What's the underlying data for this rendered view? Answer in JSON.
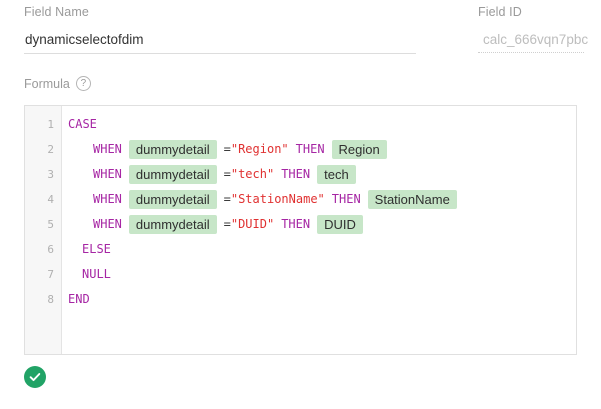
{
  "form": {
    "field_name_label": "Field Name",
    "field_name_value": "dynamicselectofdim",
    "field_name_placeholder": "Field Name",
    "field_id_label": "Field ID",
    "field_id_value": "calc_666vqn7pbc",
    "formula_label": "Formula",
    "help_icon_glyph": "?"
  },
  "editor": {
    "line_numbers": [
      "1",
      "2",
      "3",
      "4",
      "5",
      "6",
      "7",
      "8"
    ],
    "lines": [
      {
        "n": "1",
        "tokens": [
          {
            "t": "kw",
            "v": "CASE"
          }
        ]
      },
      {
        "n": "2",
        "tokens": [
          {
            "t": "indent",
            "v": ""
          },
          {
            "t": "kw",
            "v": "WHEN"
          },
          {
            "t": "pill",
            "v": "dummydetail"
          },
          {
            "t": "op",
            "v": "="
          },
          {
            "t": "str",
            "v": "\"Region\""
          },
          {
            "t": "kw",
            "v": "THEN"
          },
          {
            "t": "pill",
            "v": "Region"
          }
        ]
      },
      {
        "n": "3",
        "tokens": [
          {
            "t": "indent",
            "v": ""
          },
          {
            "t": "kw",
            "v": "WHEN"
          },
          {
            "t": "pill",
            "v": "dummydetail"
          },
          {
            "t": "op",
            "v": "="
          },
          {
            "t": "str",
            "v": "\"tech\""
          },
          {
            "t": "kw",
            "v": "THEN"
          },
          {
            "t": "pill",
            "v": "tech"
          }
        ]
      },
      {
        "n": "4",
        "tokens": [
          {
            "t": "indent",
            "v": ""
          },
          {
            "t": "kw",
            "v": "WHEN"
          },
          {
            "t": "pill",
            "v": "dummydetail"
          },
          {
            "t": "op",
            "v": "="
          },
          {
            "t": "str",
            "v": "\"StationName\""
          },
          {
            "t": "kw",
            "v": "THEN"
          },
          {
            "t": "pill",
            "v": "StationName"
          }
        ]
      },
      {
        "n": "5",
        "tokens": [
          {
            "t": "indent",
            "v": ""
          },
          {
            "t": "kw",
            "v": "WHEN"
          },
          {
            "t": "pill",
            "v": "dummydetail"
          },
          {
            "t": "op",
            "v": "="
          },
          {
            "t": "str",
            "v": "\"DUID\""
          },
          {
            "t": "kw",
            "v": "THEN"
          },
          {
            "t": "pill",
            "v": "DUID"
          }
        ]
      },
      {
        "n": "6",
        "tokens": [
          {
            "t": "smallindent",
            "v": ""
          },
          {
            "t": "kw",
            "v": "ELSE"
          }
        ]
      },
      {
        "n": "7",
        "tokens": [
          {
            "t": "smallindent",
            "v": ""
          },
          {
            "t": "kw",
            "v": "NULL"
          }
        ]
      },
      {
        "n": "8",
        "tokens": [
          {
            "t": "kw",
            "v": "END"
          }
        ]
      }
    ]
  },
  "status": {
    "icon": "check-circle-icon",
    "valid": true
  },
  "colors": {
    "keyword": "#a626a4",
    "string": "#e03131",
    "pill_bg": "#c7e6c8",
    "status_green": "#21a366",
    "label_grey": "#9a9a9a",
    "gutter_bg": "#f7f7f7"
  }
}
